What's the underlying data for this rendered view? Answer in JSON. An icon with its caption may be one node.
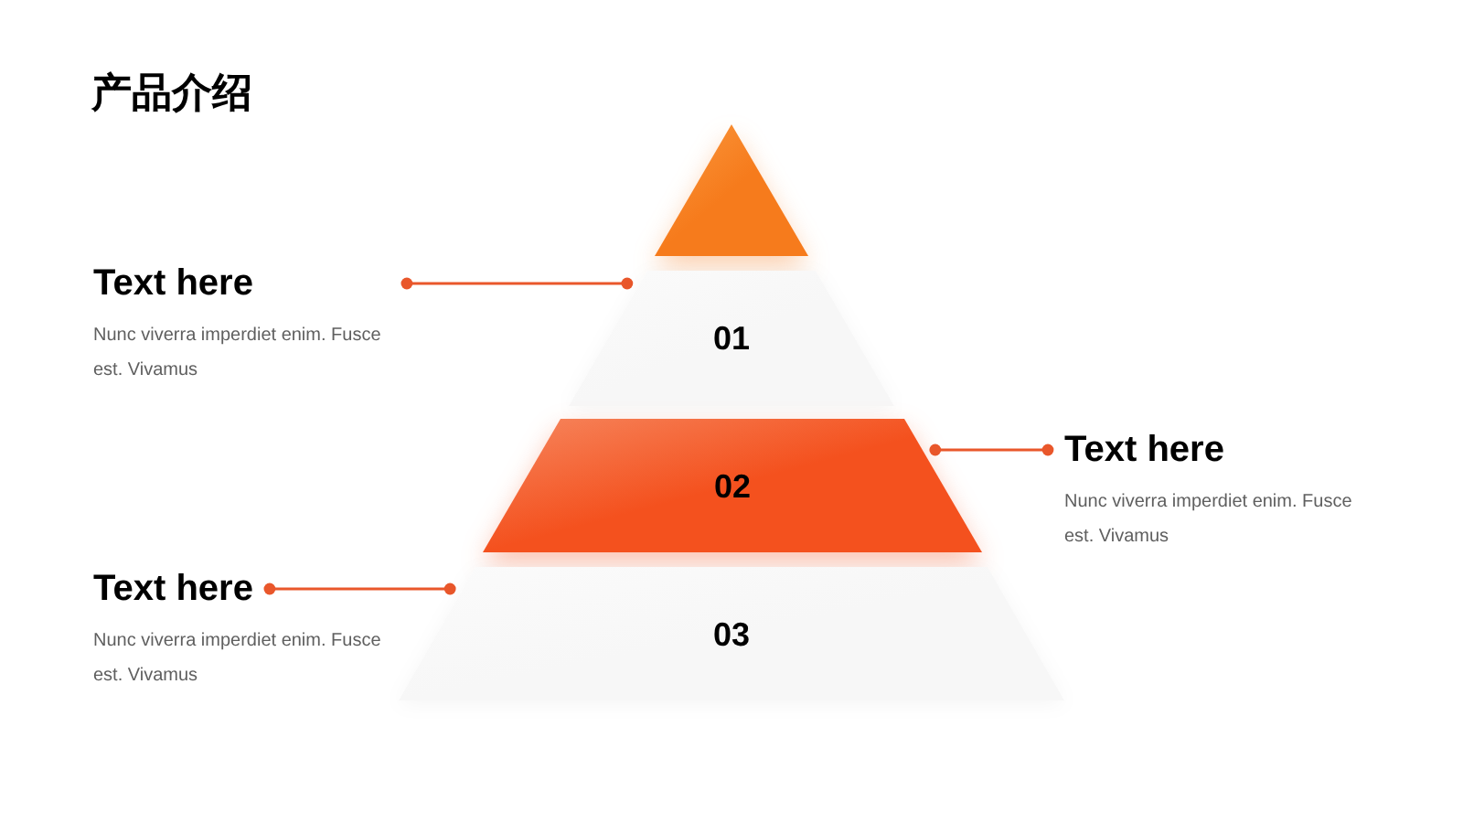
{
  "diagram": {
    "title": "产品介绍",
    "nodes": [
      {
        "text": [],
        "shape": "triangle"
      },
      {
        "text": [
          "Text here",
          "Nunc viverra imperdiet enim. Fusce est. Vivamus"
        ]
      },
      {
        "text": [
          "01"
        ]
      },
      {
        "text": [
          "02"
        ]
      },
      {
        "text": [
          "Text here",
          "Nunc viverra imperdiet enim. Fusce est. Vivamus"
        ]
      },
      {
        "text": [
          "Text here",
          "Nunc viverra imperdiet enim. Fusce est. Vivamus"
        ]
      },
      {
        "text": [
          "03"
        ]
      }
    ],
    "edges": [
      {
        "from": 1,
        "to": 2,
        "arrow": "other"
      },
      {
        "from": 4,
        "to": 3,
        "arrow": "other"
      },
      {
        "from": 5,
        "to": 6,
        "arrow": "other"
      }
    ]
  }
}
